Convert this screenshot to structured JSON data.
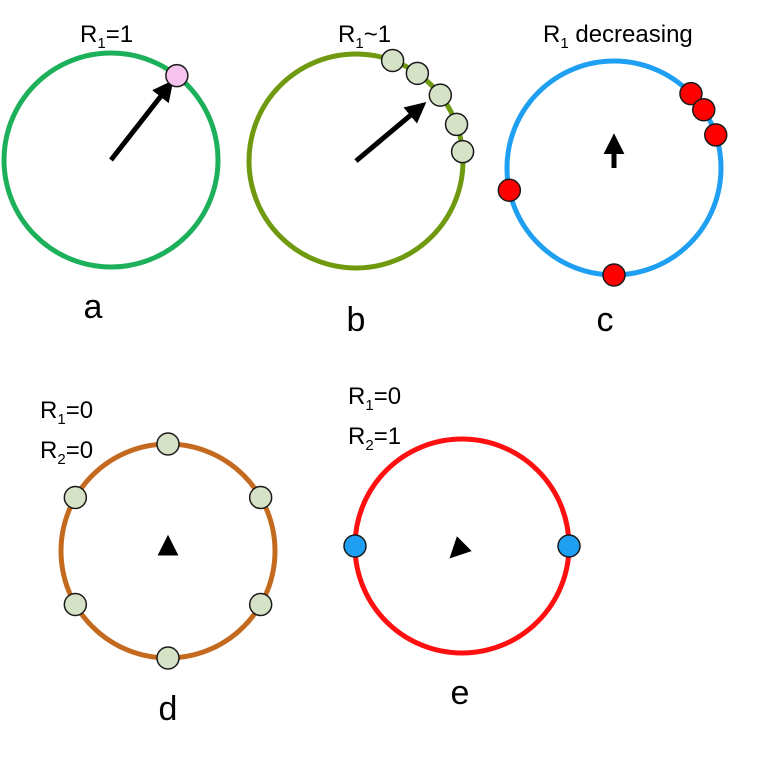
{
  "colors": {
    "ring_a": "#1db05a",
    "ring_b": "#6f9a0f",
    "ring_c": "#1e9ff2",
    "ring_d": "#c46a1e",
    "ring_e": "#ff1010",
    "dot_pink": "#f6c2ee",
    "dot_sage": "#d6e2c6",
    "dot_red": "#ff0000",
    "dot_blue": "#1e9ff2",
    "arrow": "#000000"
  },
  "panels": [
    {
      "id": "a",
      "caption": "a",
      "top_label": {
        "main": "R",
        "sub": "1",
        "rest": "=1"
      },
      "dot_color_key": "dot_pink",
      "ring_color_key": "ring_a",
      "dot_angles_deg": [
        -52
      ],
      "order_parameter": {
        "magnitude": 1.0,
        "angle_deg": -52
      }
    },
    {
      "id": "b",
      "caption": "b",
      "top_label": {
        "main": "R",
        "sub": "1",
        "rest": "~1"
      },
      "dot_color_key": "dot_sage",
      "ring_color_key": "ring_b",
      "dot_angles_deg": [
        -70,
        -55,
        -38,
        -20,
        -5
      ],
      "order_parameter": {
        "magnitude": 0.9,
        "angle_deg": -40
      }
    },
    {
      "id": "c",
      "caption": "c",
      "top_label": {
        "main": "R",
        "sub": "1",
        "rest": " decreasing"
      },
      "dot_color_key": "dot_red",
      "ring_color_key": "ring_c",
      "dot_angles_deg": [
        -44,
        -33,
        -18,
        90,
        168
      ],
      "order_parameter": {
        "magnitude": 0.3,
        "angle_deg": -90
      }
    },
    {
      "id": "d",
      "caption": "d",
      "side_labels": [
        {
          "main": "R",
          "sub": "1",
          "rest": "=0"
        },
        {
          "main": "R",
          "sub": "2",
          "rest": "=0"
        }
      ],
      "dot_color_key": "dot_sage",
      "ring_color_key": "ring_d",
      "dot_angles_deg": [
        -90,
        -30,
        30,
        90,
        150,
        210
      ],
      "order_parameter": {
        "magnitude": 0.1,
        "angle_deg": -90
      }
    },
    {
      "id": "e",
      "caption": "e",
      "side_labels": [
        {
          "main": "R",
          "sub": "1",
          "rest": "=0"
        },
        {
          "main": "R",
          "sub": "2",
          "rest": "=1"
        }
      ],
      "dot_color_key": "dot_blue",
      "ring_color_key": "ring_e",
      "dot_angles_deg": [
        0,
        180
      ],
      "order_parameter": {
        "magnitude": 0.12,
        "angle_deg": 135
      }
    }
  ]
}
